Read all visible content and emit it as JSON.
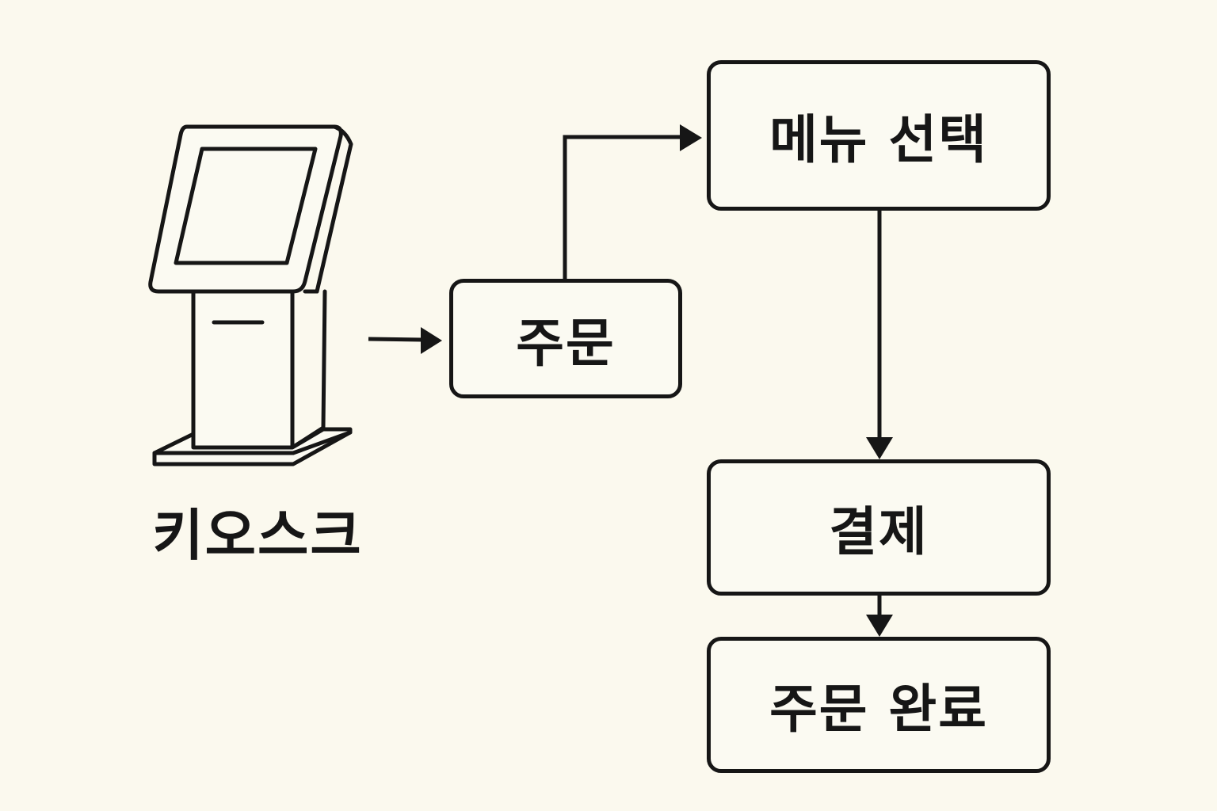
{
  "diagram": {
    "kiosk": {
      "label": "키오스크",
      "icon": "kiosk-icon"
    },
    "steps": [
      {
        "id": "order",
        "label": "주문"
      },
      {
        "id": "menu",
        "label": "메뉴 선택"
      },
      {
        "id": "payment",
        "label": "결제"
      },
      {
        "id": "complete",
        "label": "주문 완료"
      }
    ]
  },
  "colors": {
    "background": "#fbf9ee",
    "stroke": "#161616",
    "box_fill": "#fbfaf2"
  }
}
